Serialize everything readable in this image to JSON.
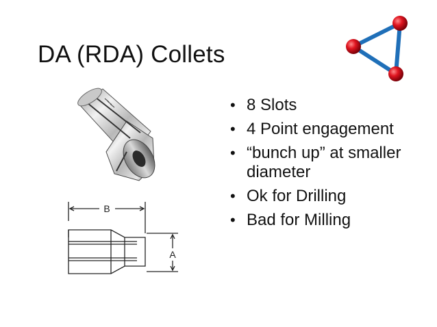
{
  "slide": {
    "title": "DA (RDA) Collets",
    "bullets": [
      "8 Slots",
      "4 Point engagement",
      "“bunch up” at smaller diameter",
      "Ok for Drilling",
      "Bad for Milling"
    ]
  },
  "drawing": {
    "dim_b": "B",
    "dim_a": "A"
  },
  "colors": {
    "logo_node": "#d0101a",
    "logo_line": "#1f6fb8",
    "text": "#111111"
  }
}
